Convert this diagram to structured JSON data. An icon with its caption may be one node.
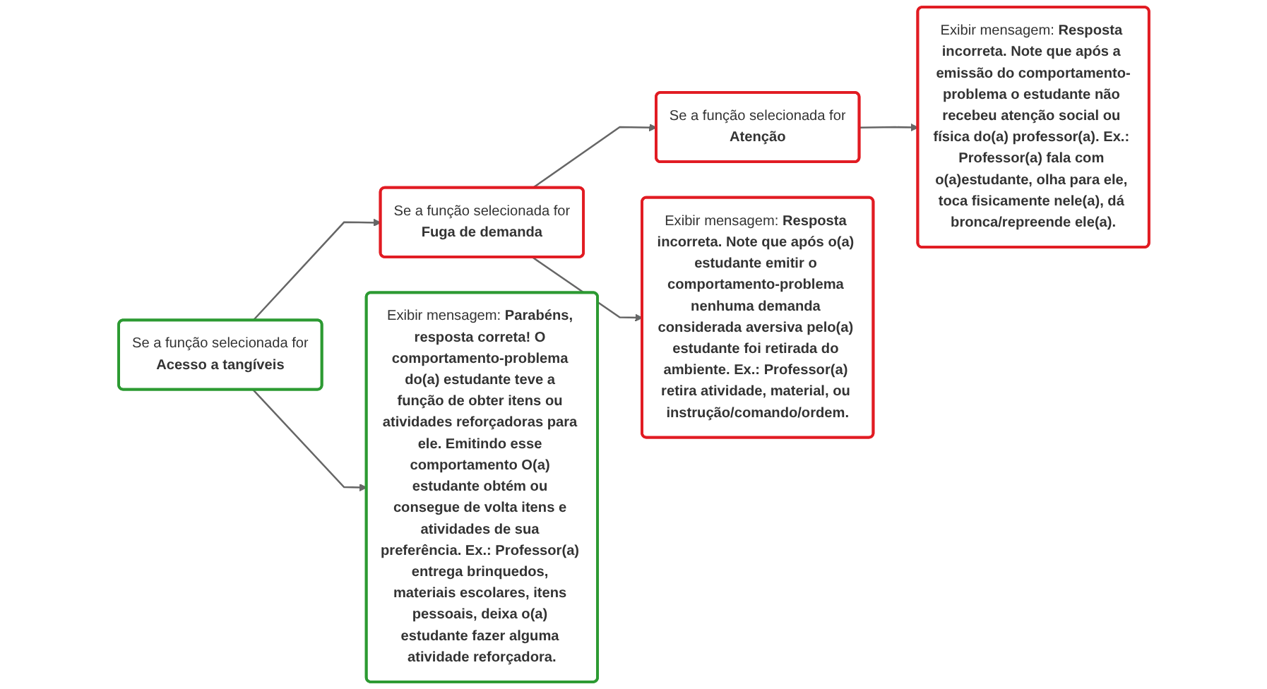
{
  "diagram": {
    "nodes": [
      {
        "text": [
          "Se a função selecionada for",
          "Acesso a tangíveis"
        ]
      },
      {
        "text": [
          "Se a função selecionada for",
          "Fuga de demanda"
        ]
      },
      {
        "text": [
          "Se a função selecionada for",
          "Atenção"
        ]
      },
      {
        "text": [
          "Exibir mensagem: **Parabéns, resposta correta! O comportamento-problema do(a) estudante teve a função de obter itens ou atividades reforçadoras para ele. Emitindo esse comportamento O(a) estudante obtém ou consegue de volta itens e atividades de sua preferência. Ex.: Professor(a) entrega brinquedos, materiais escolares, itens pessoais, deixa o(a) estudante fazer alguma atividade reforçadora.**"
        ]
      },
      {
        "text": [
          "Exibir mensagem: **Resposta incorreta. Note que após o(a) estudante emitir o comportamento-problema nenhuma demanda considerada aversiva pelo(a) estudante foi retirada do ambiente. Ex.: Professor(a) retira atividade, material, ou instrução/comando/ordem.**"
        ]
      },
      {
        "text": [
          "Exibir mensagem: **Resposta incorreta. Note que após a emissão do comportamento-problema o estudante não recebeu atenção social ou física do(a) professor(a). Ex.: Professor(a) fala com o(a)estudante, olha para ele, toca fisicamente nele(a), dá bronca/repreende ele(a).**"
        ]
      }
    ],
    "edges": [
      {
        "from": 0,
        "to": 1,
        "arrow": "to"
      },
      {
        "from": 1,
        "to": 2,
        "arrow": "to"
      },
      {
        "from": 0,
        "to": 3,
        "arrow": "to"
      },
      {
        "from": 1,
        "to": 4,
        "arrow": "to"
      },
      {
        "from": 2,
        "to": 5,
        "arrow": "to"
      }
    ]
  }
}
